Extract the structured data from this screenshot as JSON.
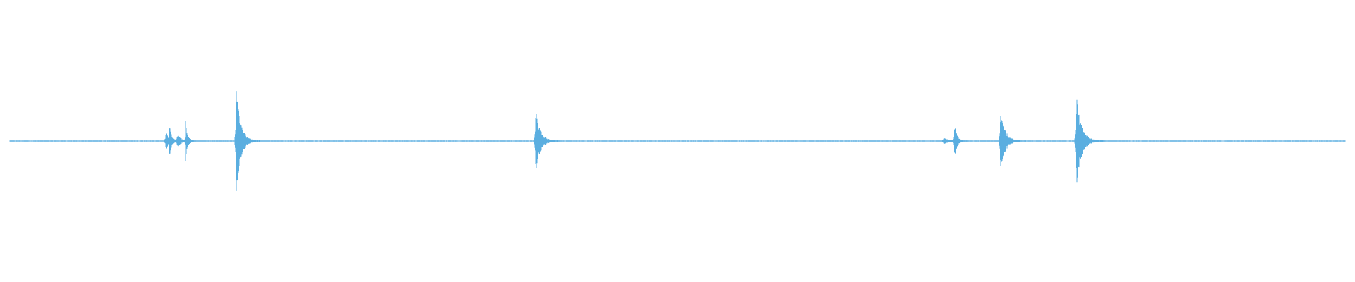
{
  "waveform": {
    "color": "#5aaee0",
    "baseline_color": "#5aaee0",
    "bursts": [
      {
        "center": 0.1225,
        "amp": 0.03,
        "width": 0.0025
      },
      {
        "center": 0.125,
        "amp": 0.06,
        "width": 0.0012
      },
      {
        "center": 0.131,
        "amp": 0.02,
        "width": 0.003
      },
      {
        "center": 0.137,
        "amp": 0.08,
        "width": 0.0012
      },
      {
        "center": 0.1745,
        "amp": 0.19,
        "width": 0.003
      },
      {
        "center": 0.3955,
        "amp": 0.12,
        "width": 0.003
      },
      {
        "center": 0.6965,
        "amp": 0.01,
        "width": 0.003
      },
      {
        "center": 0.7045,
        "amp": 0.07,
        "width": 0.0015
      },
      {
        "center": 0.7385,
        "amp": 0.12,
        "width": 0.003
      },
      {
        "center": 0.7945,
        "amp": 0.16,
        "width": 0.0035
      }
    ]
  }
}
